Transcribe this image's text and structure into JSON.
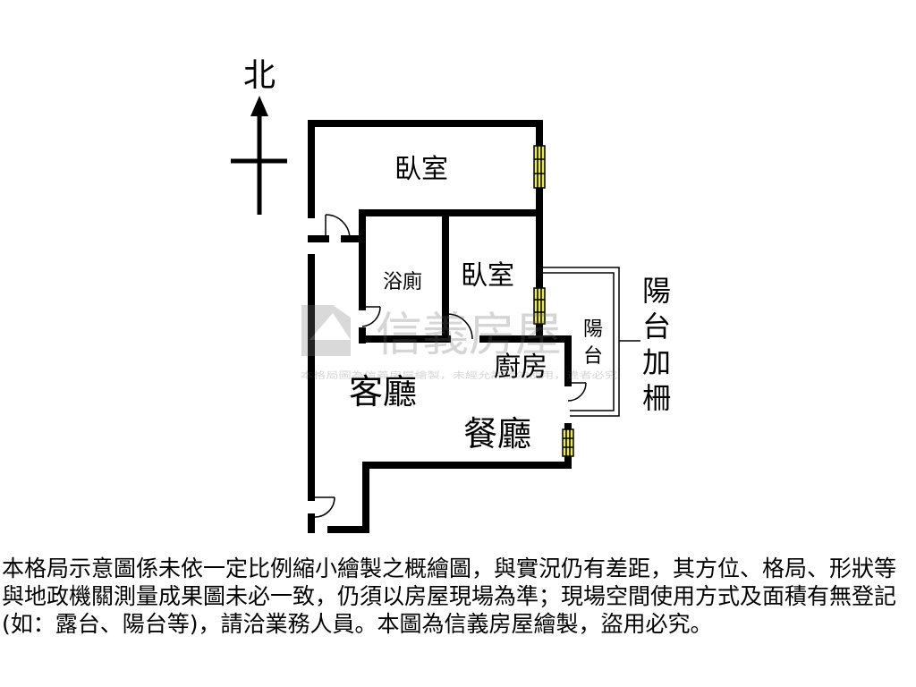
{
  "north_label": "北",
  "rooms": {
    "bedroom_main": "臥室",
    "bedroom_second": "臥室",
    "bathroom": "浴廁",
    "balcony": "陽台",
    "kitchen": "廚房",
    "living_room": "客廳",
    "dining_room": "餐廳"
  },
  "annotation": {
    "balcony_railing": "陽台加柵"
  },
  "watermark": {
    "brand": "信義房屋",
    "caption": "本格局圖為信義房屋繪製，未經允許請勿使用，違者必究"
  },
  "disclaimer": "本格局示意圖係未依一定比例縮小繪製之概繪圖，與實況仍有差距，其方位、格局、形狀等與地政機關測量成果圖未必一致，仍須以房屋現場為準；現場空間使用方式及面積有無登記(如：露台、陽台等)，請洽業務人員。本圖為信義房屋繪製，盜用必究。"
}
